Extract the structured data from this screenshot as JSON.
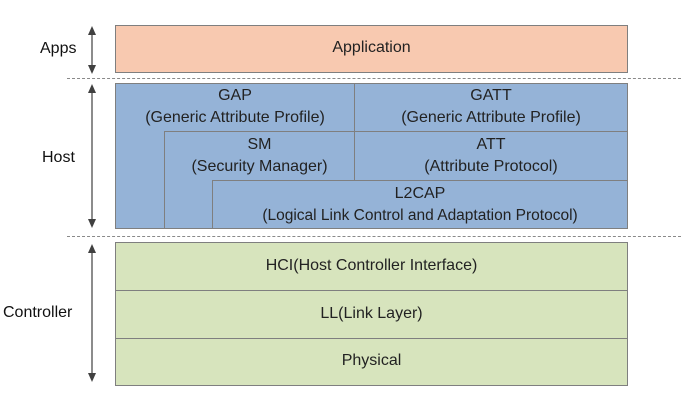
{
  "side_labels": {
    "apps": "Apps",
    "host": "Host",
    "controller": "Controller"
  },
  "apps_layer": {
    "application": "Application"
  },
  "host_layer": {
    "gap": {
      "name": "GAP",
      "full": "(Generic Attribute Profile)"
    },
    "gatt": {
      "name": "GATT",
      "full": "(Generic Attribute Profile)"
    },
    "sm": {
      "name": "SM",
      "full": "(Security Manager)"
    },
    "att": {
      "name": "ATT",
      "full": "(Attribute Protocol)"
    },
    "l2cap": {
      "name": "L2CAP",
      "full": "(Logical Link Control and Adaptation Protocol)"
    }
  },
  "controller_layer": {
    "hci": "HCI(Host Controller Interface)",
    "ll": "LL(Link Layer)",
    "physical": "Physical"
  },
  "colors": {
    "apps_fill": "#f8c9b0",
    "host_fill": "#95b3d7",
    "controller_fill": "#d7e4bd",
    "border": "#7f7f7f",
    "arrow": "#404040",
    "dash": "#8a8a8a"
  }
}
